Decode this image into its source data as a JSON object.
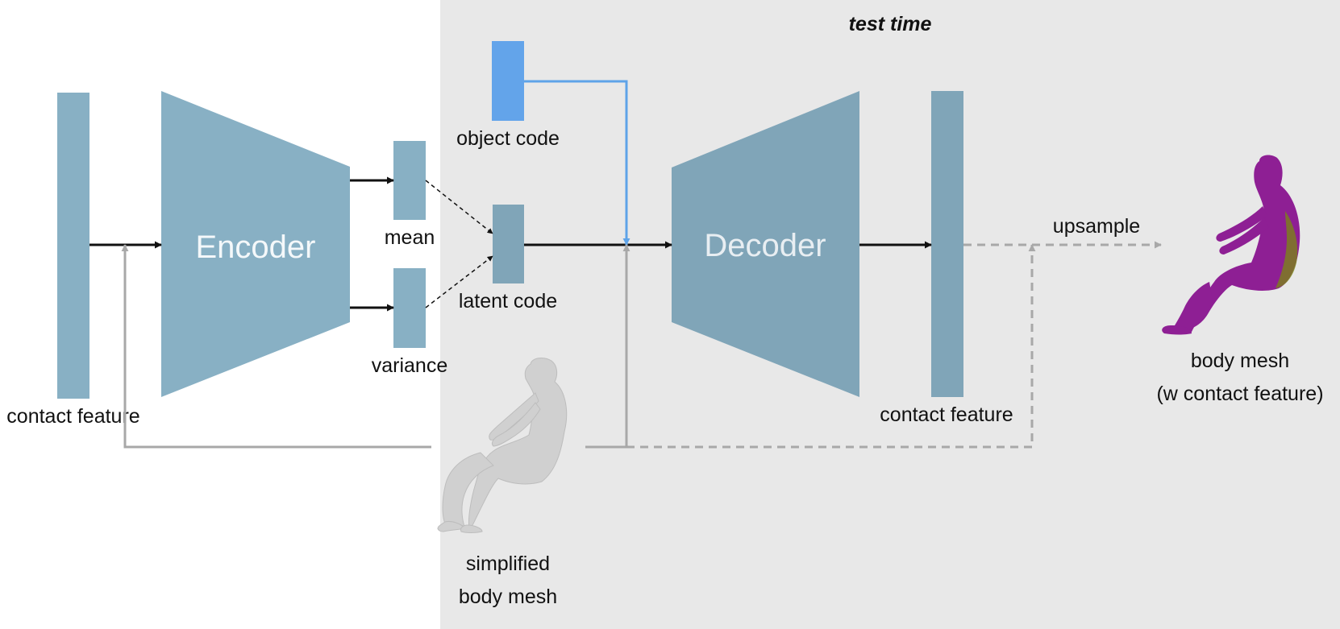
{
  "test_region": {
    "label": "test time",
    "color": "#e8e8e8"
  },
  "encoder": {
    "label": "Encoder",
    "color": "#88b0c4",
    "text_color": "#f4f8fa"
  },
  "decoder": {
    "label": "Decoder",
    "color": "#80a5b8",
    "text_color": "#e8eef2"
  },
  "input_feature": {
    "label": "contact feature",
    "color": "#88b0c4"
  },
  "mean": {
    "label": "mean",
    "color": "#88b0c4"
  },
  "variance": {
    "label": "variance",
    "color": "#88b0c4"
  },
  "latent_code": {
    "label": "latent code",
    "color": "#80a5b8"
  },
  "object_code": {
    "label": "object code",
    "color": "#63a4ea"
  },
  "output_feature": {
    "label": "contact feature",
    "color": "#80a5b8"
  },
  "upsample": {
    "label": "upsample"
  },
  "simplified_mesh": {
    "line1": "simplified",
    "line2": "body mesh",
    "color": "#d0d0d0"
  },
  "body_mesh": {
    "line1": "body mesh",
    "line2": "(w contact feature)",
    "color": "#8e1f94",
    "accent": "#7a8a10"
  },
  "colors": {
    "arrow": "#111111",
    "gray_line": "#a8a8a8",
    "blue_line": "#5ea3e8"
  }
}
